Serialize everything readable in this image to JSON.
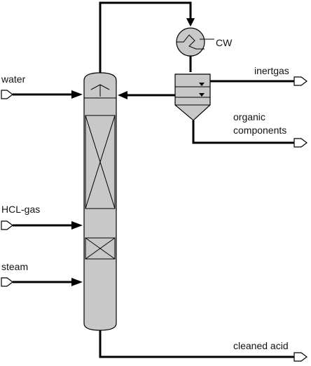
{
  "labels": {
    "water": "water",
    "hcl_gas": "HCL-gas",
    "steam": "steam",
    "cw": "CW",
    "inertgas": "inertgas",
    "organic_line1": "organic",
    "organic_line2": "components",
    "cleaned_acid": "cleaned acid"
  },
  "colors": {
    "equipment_fill": "#c8c8c8",
    "line": "#000000",
    "background": "#ffffff"
  }
}
